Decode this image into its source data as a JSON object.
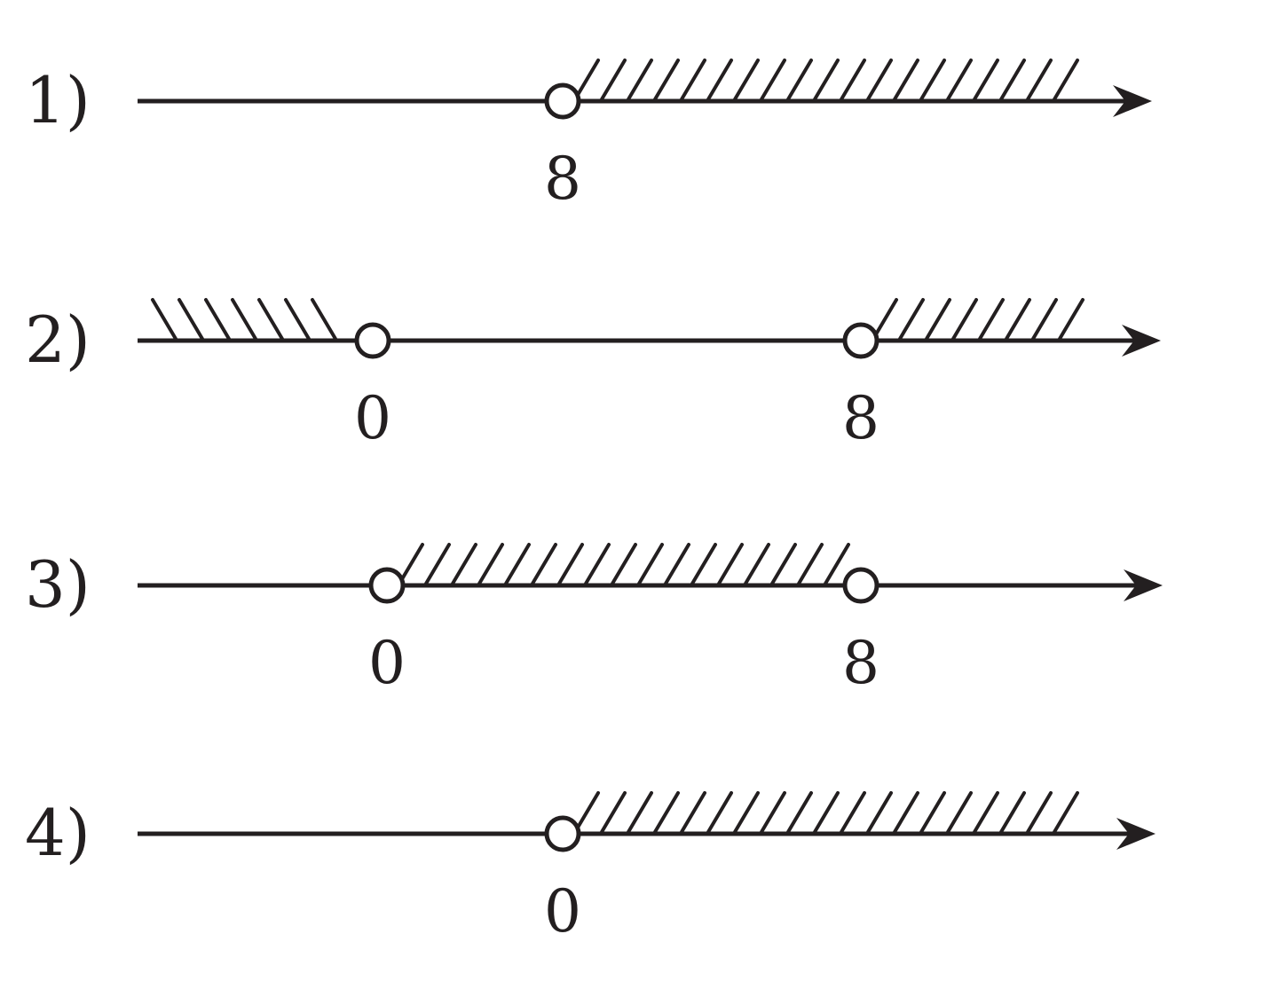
{
  "colors": {
    "ink": "#231f20",
    "background": "#ffffff"
  },
  "options": [
    {
      "label": "1)",
      "points": [
        {
          "value": "8",
          "open": true
        }
      ],
      "shaded": [
        {
          "from": "8",
          "to": "+inf"
        }
      ]
    },
    {
      "label": "2)",
      "points": [
        {
          "value": "0",
          "open": true
        },
        {
          "value": "8",
          "open": true
        }
      ],
      "shaded": [
        {
          "from": "-inf",
          "to": "0"
        },
        {
          "from": "8",
          "to": "+inf"
        }
      ]
    },
    {
      "label": "3)",
      "points": [
        {
          "value": "0",
          "open": true
        },
        {
          "value": "8",
          "open": true
        }
      ],
      "shaded": [
        {
          "from": "0",
          "to": "8"
        }
      ]
    },
    {
      "label": "4)",
      "points": [
        {
          "value": "0",
          "open": true
        }
      ],
      "shaded": [
        {
          "from": "0",
          "to": "+inf"
        }
      ]
    }
  ]
}
